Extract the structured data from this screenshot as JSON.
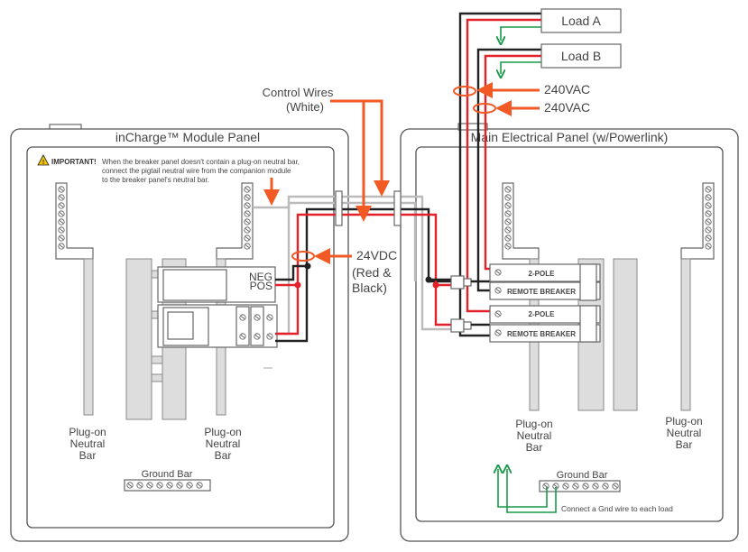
{
  "left_panel": {
    "title": "inCharge™ Module Panel",
    "important_label": "IMPORTANT!",
    "important_lines": [
      "When the breaker panel doesn't contain a plug-on neutral bar,",
      "connect the pigtail neutral wire from the companion module",
      "to the breaker panel's neutral bar."
    ],
    "neutral_bar_label": [
      "Plug-on",
      "Neutral",
      "Bar"
    ],
    "ground_bar_label": "Ground Bar",
    "neg_label": "NEG",
    "pos_label": "POS"
  },
  "right_panel": {
    "title": "Main Electrical Panel (w/Powerlink)",
    "breakers": [
      {
        "top": "2-POLE",
        "bottom": "REMOTE BREAKER"
      },
      {
        "top": "2-POLE",
        "bottom": "REMOTE BREAKER"
      }
    ],
    "neutral_bar_label": [
      "Plug-on",
      "Neutral",
      "Bar"
    ],
    "ground_bar_label": "Ground Bar",
    "ground_note": "Connect a Gnd wire to each load"
  },
  "loads": [
    "Load A",
    "Load B"
  ],
  "callouts": {
    "control_wires": [
      "Control Wires",
      "(White)"
    ],
    "vac": [
      "240VAC",
      "240VAC"
    ],
    "vdc": [
      "24VDC",
      "(Red &",
      "Black)"
    ]
  },
  "colors": {
    "accent": "#f15a24",
    "red_wire": "#e4202a",
    "black_wire": "#222222",
    "white_wire": "#bbbbbb",
    "ground_wire": "#1a9a4a"
  }
}
